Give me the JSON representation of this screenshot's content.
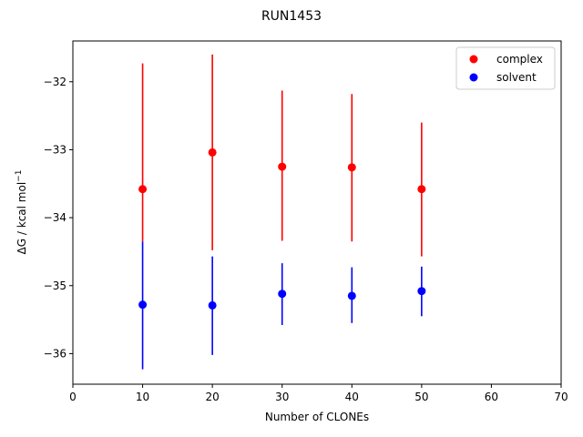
{
  "chart_data": {
    "type": "scatter",
    "title": "RUN1453",
    "xlabel": "Number of CLONEs",
    "ylabel_main": "ΔG / kcal mol",
    "ylabel_sup": "−1",
    "xlim": [
      0,
      70
    ],
    "ylim": [
      -36.45,
      -31.4
    ],
    "x_ticks": [
      0,
      10,
      20,
      30,
      40,
      50,
      60,
      70
    ],
    "x_tick_labels": [
      "0",
      "10",
      "20",
      "30",
      "40",
      "50",
      "60",
      "70"
    ],
    "y_ticks": [
      -36,
      -35,
      -34,
      -33,
      -32
    ],
    "y_tick_labels": [
      "−36",
      "−35",
      "−34",
      "−33",
      "−32"
    ],
    "grid": false,
    "legend_position": "top-right",
    "series": [
      {
        "name": "complex",
        "color": "#ff0000",
        "x": [
          10,
          20,
          30,
          40,
          50
        ],
        "y": [
          -33.58,
          -33.04,
          -33.25,
          -33.26,
          -33.58
        ],
        "yerr_low": [
          -34.35,
          -34.48,
          -34.34,
          -34.35,
          -34.57
        ],
        "yerr_high": [
          -31.73,
          -31.6,
          -32.13,
          -32.18,
          -32.6
        ]
      },
      {
        "name": "solvent",
        "color": "#0000ff",
        "x": [
          10,
          20,
          30,
          40,
          50
        ],
        "y": [
          -35.28,
          -35.29,
          -35.12,
          -35.15,
          -35.08
        ],
        "yerr_low": [
          -36.23,
          -36.02,
          -35.58,
          -35.55,
          -35.45
        ],
        "yerr_high": [
          -34.35,
          -34.57,
          -34.67,
          -34.73,
          -34.72
        ]
      }
    ]
  }
}
